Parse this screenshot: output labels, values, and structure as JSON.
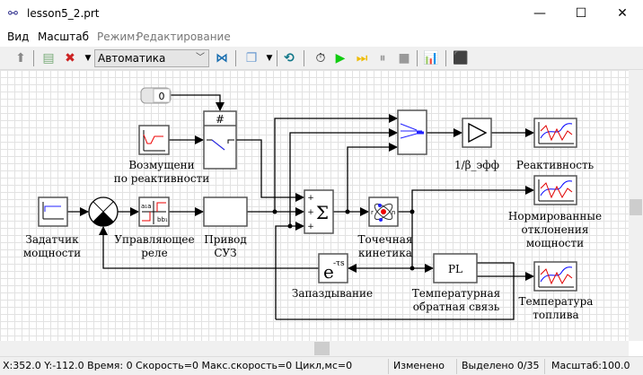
{
  "window": {
    "title": "lesson5_2.prt",
    "minimize": "—",
    "maximize": "☐",
    "close": "✕"
  },
  "menu": {
    "items": [
      "Вид",
      "Масштаб"
    ],
    "mode_label": "Режим:",
    "mode_value": "Редактирование"
  },
  "toolbar": {
    "combo_value": "Автоматика"
  },
  "blocks": {
    "toggle_value": "0",
    "switch_header": "#",
    "disturbance": [
      "Возмущени",
      "по реактивности"
    ],
    "setter": [
      "Задатчик",
      "мощности"
    ],
    "relay": [
      "Управляющее",
      "реле"
    ],
    "drive": [
      "Привод",
      "СУЗ"
    ],
    "sum_symbol": "Σ",
    "sum_signs": [
      "+",
      "+",
      "+"
    ],
    "kinetics": [
      "Точечная",
      "кинетика"
    ],
    "gain": "1/β_эфф",
    "scope1": "Реактивность",
    "scope2": [
      "Нормированные",
      "отклонения",
      "мощности"
    ],
    "delay_symbol": "e",
    "delay_exp": "-τs",
    "delay": "Запаздывание",
    "pl_symbol": "PL",
    "pl": [
      "Температурная",
      "обратная связь"
    ],
    "scope3": [
      "Температура",
      "топлива"
    ]
  },
  "status": {
    "coords": "X:352.0  Y:-112.0 Время: 0 Скорость=0 Макс.скорость=0 Цикл,мс=0",
    "changed": "Изменено",
    "selected": "Выделено 0/35",
    "scale": "Масштаб:100.0"
  },
  "colors": {
    "accent": "#0000ff",
    "signal": "#e00000"
  }
}
